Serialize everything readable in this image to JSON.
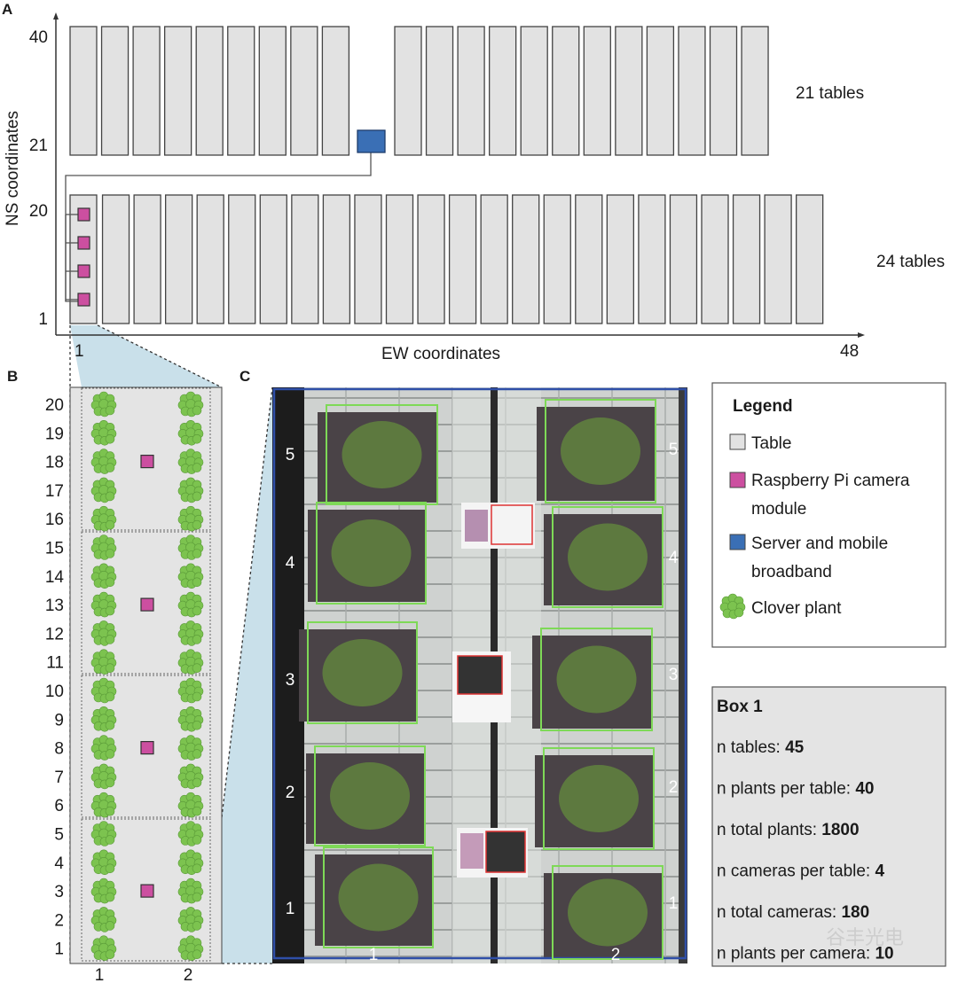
{
  "panel_a": {
    "label": "A",
    "y_axis_title": "NS coordinates",
    "x_axis_title": "EW coordinates",
    "y_ticks": [
      "40",
      "21",
      "20",
      "1"
    ],
    "x_ticks": [
      "1",
      "48"
    ],
    "top_row_count_label": "21 tables",
    "bottom_row_count_label": "24 tables",
    "top_row_tables_left": 9,
    "top_row_tables_right": 12,
    "bottom_row_tables": 24,
    "cameras_on_table_1": 4
  },
  "panel_b": {
    "label": "B",
    "row_labels": [
      "20",
      "19",
      "18",
      "17",
      "16",
      "15",
      "14",
      "13",
      "12",
      "11",
      "10",
      "9",
      "8",
      "7",
      "6",
      "5",
      "4",
      "3",
      "2",
      "1"
    ],
    "column_labels": [
      "1",
      "2"
    ],
    "camera_rows": [
      18,
      13,
      8,
      3
    ]
  },
  "panel_c": {
    "label": "C",
    "left_labels": [
      "5",
      "4",
      "3",
      "2",
      "1"
    ],
    "right_labels": [
      "5",
      "4",
      "3",
      "2",
      "1"
    ],
    "bottom_labels": [
      "1",
      "2"
    ]
  },
  "legend": {
    "title": "Legend",
    "items": [
      {
        "label_lines": [
          "Table"
        ],
        "symbol": "table-swatch",
        "color": "#e2e2e2"
      },
      {
        "label_lines": [
          "Raspberry Pi camera",
          "module"
        ],
        "symbol": "camera-swatch",
        "color": "#cc4fa0"
      },
      {
        "label_lines": [
          "Server and mobile",
          "broadband"
        ],
        "symbol": "server-swatch",
        "color": "#3a6fb5"
      },
      {
        "label_lines": [
          "Clover plant"
        ],
        "symbol": "clover-icon",
        "color": "#7cc34f"
      }
    ]
  },
  "box1": {
    "title": "Box 1",
    "rows": [
      {
        "label": "n tables: ",
        "value": "45"
      },
      {
        "label": "n plants per table: ",
        "value": "40"
      },
      {
        "label": "n total plants: ",
        "value": "1800"
      },
      {
        "label": "n cameras per table: ",
        "value": "4"
      },
      {
        "label": "n total cameras: ",
        "value": "180"
      },
      {
        "label": "n plants per camera: ",
        "value": "10"
      }
    ]
  },
  "watermark": "谷丰光电",
  "colors": {
    "table": "#e2e2e2",
    "camera": "#cc4fa0",
    "server": "#3a6fb5",
    "plant": "#7cc34f",
    "zoom_fill": "#c9e0ea",
    "detection_box": "#7ed957",
    "photo_border": "#2f4fa8"
  }
}
